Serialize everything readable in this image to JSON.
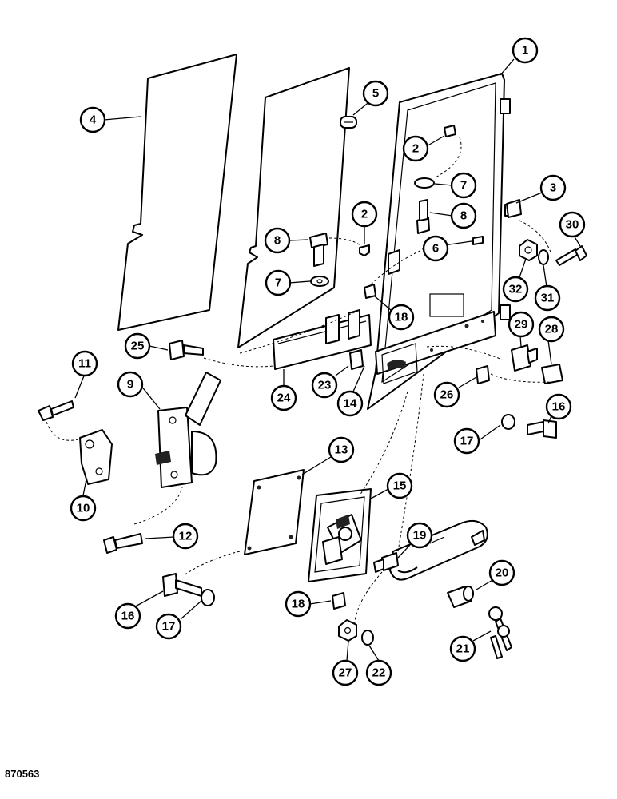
{
  "figure_ref": "870563",
  "callouts": [
    {
      "id": "c1",
      "label": "1"
    },
    {
      "id": "c2a",
      "label": "2"
    },
    {
      "id": "c2b",
      "label": "2"
    },
    {
      "id": "c3",
      "label": "3"
    },
    {
      "id": "c4",
      "label": "4"
    },
    {
      "id": "c5",
      "label": "5"
    },
    {
      "id": "c6",
      "label": "6"
    },
    {
      "id": "c7a",
      "label": "7"
    },
    {
      "id": "c7b",
      "label": "7"
    },
    {
      "id": "c8a",
      "label": "8"
    },
    {
      "id": "c8b",
      "label": "8"
    },
    {
      "id": "c9",
      "label": "9"
    },
    {
      "id": "c10",
      "label": "10"
    },
    {
      "id": "c11",
      "label": "11"
    },
    {
      "id": "c12",
      "label": "12"
    },
    {
      "id": "c13",
      "label": "13"
    },
    {
      "id": "c14",
      "label": "14"
    },
    {
      "id": "c15",
      "label": "15"
    },
    {
      "id": "c16a",
      "label": "16"
    },
    {
      "id": "c16b",
      "label": "16"
    },
    {
      "id": "c17a",
      "label": "17"
    },
    {
      "id": "c17b",
      "label": "17"
    },
    {
      "id": "c18a",
      "label": "18"
    },
    {
      "id": "c18b",
      "label": "18"
    },
    {
      "id": "c19",
      "label": "19"
    },
    {
      "id": "c20",
      "label": "20"
    },
    {
      "id": "c21",
      "label": "21"
    },
    {
      "id": "c22",
      "label": "22"
    },
    {
      "id": "c23",
      "label": "23"
    },
    {
      "id": "c24",
      "label": "24"
    },
    {
      "id": "c25",
      "label": "25"
    },
    {
      "id": "c26",
      "label": "26"
    },
    {
      "id": "c27",
      "label": "27"
    },
    {
      "id": "c28",
      "label": "28"
    },
    {
      "id": "c29",
      "label": "29"
    },
    {
      "id": "c30",
      "label": "30"
    },
    {
      "id": "c31",
      "label": "31"
    },
    {
      "id": "c32",
      "label": "32"
    }
  ]
}
